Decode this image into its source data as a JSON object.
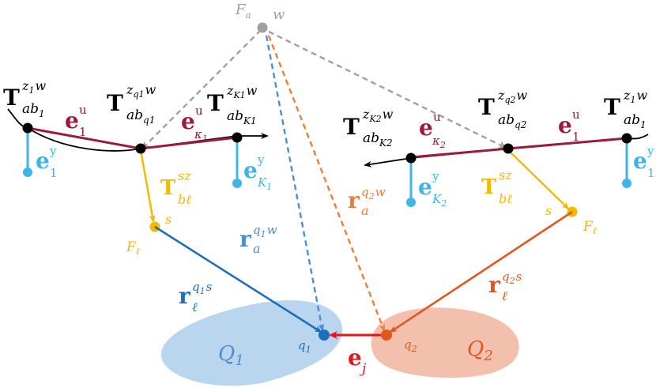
{
  "colors": {
    "black": "#000000",
    "gray": "#a0a0a0",
    "maroon": "#9b1b3b",
    "sky": "#3fb4e6",
    "gold": "#f5b800",
    "blue": "#1e6fba",
    "blue_dashed": "#4a90d0",
    "orange": "#e0581e",
    "orange_dashed": "#ee7d3a",
    "red": "#e8141c",
    "blob_blue": "#b9d6ee",
    "blob_orange": "#f3c0ad"
  },
  "frames": {
    "world": {
      "script": "F",
      "sub": "a",
      "right": "w"
    },
    "landmark_left": {
      "script": "F",
      "sub": "ℓ",
      "marker": "s"
    },
    "landmark_right": {
      "script": "F",
      "sub": "ℓ",
      "marker": "s"
    }
  },
  "poses": {
    "left_z1": {
      "base": "T",
      "sup": "z",
      "supsub": "1",
      "supend": "w",
      "sub": "ab",
      "subsub": "1"
    },
    "left_zq1": {
      "base": "T",
      "sup": "z",
      "supsub": "q1",
      "supend": "w",
      "sub": "ab",
      "subsub": "q1"
    },
    "left_zK1": {
      "base": "T",
      "sup": "z",
      "supsub": "K1",
      "supend": "w",
      "sub": "ab",
      "subsub": "K1"
    },
    "right_zK2": {
      "base": "T",
      "sup": "z",
      "supsub": "K2",
      "supend": "w",
      "sub": "ab",
      "subsub": "K2"
    },
    "right_zq2": {
      "base": "T",
      "sup": "z",
      "supsub": "q2",
      "supend": "w",
      "sub": "ab",
      "subsub": "q2"
    },
    "right_z1": {
      "base": "T",
      "sup": "z",
      "supsub": "1",
      "supend": "w",
      "sub": "ab",
      "subsub": "1"
    }
  },
  "errors": {
    "eu_1_left": {
      "base": "e",
      "sup": "u",
      "sub": "1"
    },
    "eu_k1": {
      "base": "e",
      "sup": "u",
      "sub": "κ",
      "subsub": "1"
    },
    "eu_k2": {
      "base": "e",
      "sup": "u",
      "sub": "κ",
      "subsub": "2"
    },
    "eu_1_right": {
      "base": "e",
      "sup": "u",
      "sub": "1"
    },
    "ey_1_left": {
      "base": "e",
      "sup": "y",
      "sub": "1"
    },
    "ey_K1": {
      "base": "e",
      "sup": "y",
      "sub": "K",
      "subsub": "1"
    },
    "ey_K2": {
      "base": "e",
      "sup": "y",
      "sub": "K",
      "subsub": "2"
    },
    "ey_1_right": {
      "base": "e",
      "sup": "y",
      "sub": "1"
    },
    "ej": {
      "base": "e",
      "sub": "j"
    }
  },
  "transforms": {
    "Tbl_left": {
      "base": "T",
      "sup": "sz",
      "sub": "bℓ"
    },
    "Tbl_right": {
      "base": "T",
      "sup": "sz",
      "sub": "bℓ"
    }
  },
  "vectors": {
    "ra_q1": {
      "base": "r",
      "sup": "q",
      "supsub": "1",
      "supend": "w",
      "sub": "a"
    },
    "ra_q2": {
      "base": "r",
      "sup": "q",
      "supsub": "2",
      "supend": "w",
      "sub": "a"
    },
    "rl_q1": {
      "base": "r",
      "sup": "q",
      "supsub": "1",
      "supend": "s",
      "sub": "ℓ"
    },
    "rl_q2": {
      "base": "r",
      "sup": "q",
      "supsub": "2",
      "supend": "s",
      "sub": "ℓ"
    }
  },
  "regions": {
    "Q1": {
      "script": "Q",
      "sub": "1",
      "point": "q1"
    },
    "Q2": {
      "script": "Q",
      "sub": "2",
      "point": "q2"
    }
  },
  "points": {
    "q1": "q",
    "q1_sub": "1",
    "q2": "q",
    "q2_sub": "2"
  }
}
